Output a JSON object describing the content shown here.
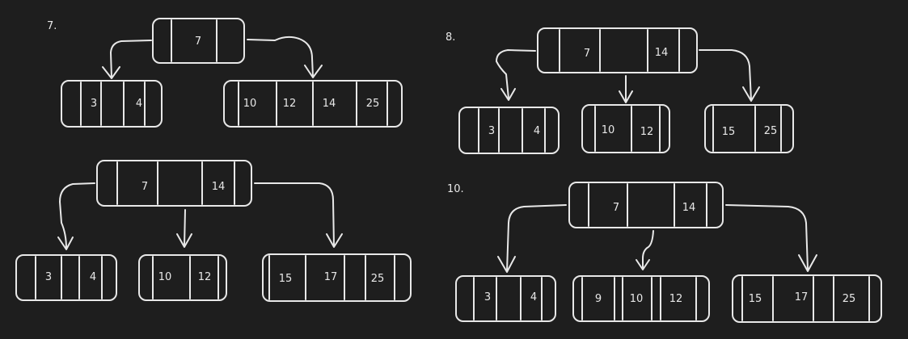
{
  "colors": {
    "background": "#1e1e1e",
    "ink": "#e8e8e8"
  },
  "diagrams": [
    {
      "label": "7.",
      "trees": [
        {
          "root": {
            "keys": [
              "",
              "7",
              ""
            ]
          },
          "children": [
            {
              "keys": [
                "",
                "3",
                "",
                "4",
                ""
              ]
            },
            {
              "keys": [
                "10",
                "12",
                "14",
                "25"
              ]
            }
          ]
        },
        {
          "root": {
            "keys": [
              "",
              "7",
              "",
              "14",
              ""
            ]
          },
          "children": [
            {
              "keys": [
                "",
                "3",
                "",
                "4",
                ""
              ]
            },
            {
              "keys": [
                "10",
                "12"
              ]
            },
            {
              "keys": [
                "15",
                "17",
                "25"
              ]
            }
          ]
        }
      ]
    },
    {
      "label": "8.",
      "trees": [
        {
          "root": {
            "keys": [
              "",
              "7",
              "",
              "14",
              ""
            ]
          },
          "children": [
            {
              "keys": [
                "",
                "3",
                "",
                "4",
                ""
              ]
            },
            {
              "keys": [
                "10",
                "12"
              ]
            },
            {
              "keys": [
                "15",
                "25"
              ]
            }
          ]
        }
      ]
    },
    {
      "label": "10.",
      "trees": [
        {
          "root": {
            "keys": [
              "",
              "7",
              "",
              "14",
              ""
            ]
          },
          "children": [
            {
              "keys": [
                "",
                "3",
                "",
                "4",
                ""
              ]
            },
            {
              "keys": [
                "9",
                "10",
                "12"
              ]
            },
            {
              "keys": [
                "15",
                "17",
                "25"
              ]
            }
          ]
        }
      ]
    }
  ]
}
